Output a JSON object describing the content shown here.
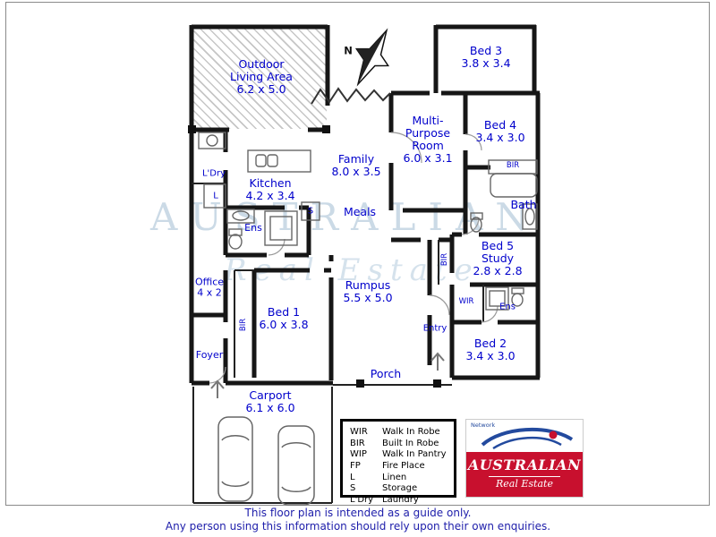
{
  "colors": {
    "room_label_blue": "#0000cc",
    "wall_black": "#161616",
    "logo_red": "#c8102e",
    "logo_blue": "#234a9e",
    "watermark_blue": "#cbdae6"
  },
  "watermark": {
    "line1": "AUSTRALIAN",
    "line2": "Real Estate"
  },
  "compass": {
    "north": "N"
  },
  "rooms": {
    "outdoor": {
      "line1": "Outdoor",
      "line2": "Living Area",
      "size": "6.2 x 5.0"
    },
    "bed3": {
      "name": "Bed 3",
      "size": "3.8 x 3.4"
    },
    "bed4": {
      "name": "Bed 4",
      "size": "3.4 x 3.0"
    },
    "multipurpose": {
      "line1": "Multi-",
      "line2": "Purpose",
      "line3": "Room",
      "size": "6.0 x 3.1"
    },
    "family": {
      "name": "Family",
      "size": "8.0 x 3.5"
    },
    "kitchen": {
      "name": "Kitchen",
      "size": "4.2 x 3.4"
    },
    "ldry": {
      "name": "L'Dry"
    },
    "linen": {
      "name": "L"
    },
    "storage": {
      "name": "S"
    },
    "meals": {
      "name": "Meals"
    },
    "bath": {
      "name": "Bath"
    },
    "ens_left": {
      "name": "Ens"
    },
    "bed5": {
      "line1": "Bed 5",
      "line2": "Study",
      "size": "2.8 x 2.8"
    },
    "rumpus": {
      "name": "Rumpus",
      "size": "5.5 x 5.0"
    },
    "office": {
      "name": "Office",
      "size": "4 x 2"
    },
    "bir_left": {
      "name": "BIR"
    },
    "bir_mid": {
      "name": "BIR"
    },
    "bir_top": {
      "name": "BIR"
    },
    "bed1": {
      "name": "Bed 1",
      "size": "6.0 x 3.8"
    },
    "wir": {
      "name": "WIR"
    },
    "ens_right": {
      "name": "Ens"
    },
    "bed2": {
      "name": "Bed 2",
      "size": "3.4 x 3.0"
    },
    "foyer": {
      "name": "Foyer"
    },
    "entry": {
      "name": "Entry"
    },
    "porch": {
      "name": "Porch"
    },
    "carport": {
      "name": "Carport",
      "size": "6.1 x 6.0"
    }
  },
  "legend": {
    "items": [
      {
        "abbr": "WIR",
        "meaning": "Walk In Robe"
      },
      {
        "abbr": "BIR",
        "meaning": "Built In Robe"
      },
      {
        "abbr": "WIP",
        "meaning": "Walk In Pantry"
      },
      {
        "abbr": "FP",
        "meaning": "Fire Place"
      },
      {
        "abbr": "L",
        "meaning": "Linen"
      },
      {
        "abbr": "S",
        "meaning": "Storage"
      },
      {
        "abbr": "L'Dry",
        "meaning": "Laundry"
      }
    ]
  },
  "logo": {
    "network": "Network",
    "brand": "AUSTRALIAN",
    "tagline": "Real Estate"
  },
  "footer": {
    "line1": "This floor plan is intended as a guide only.",
    "line2": "Any person using this information should rely upon their own enquiries."
  }
}
